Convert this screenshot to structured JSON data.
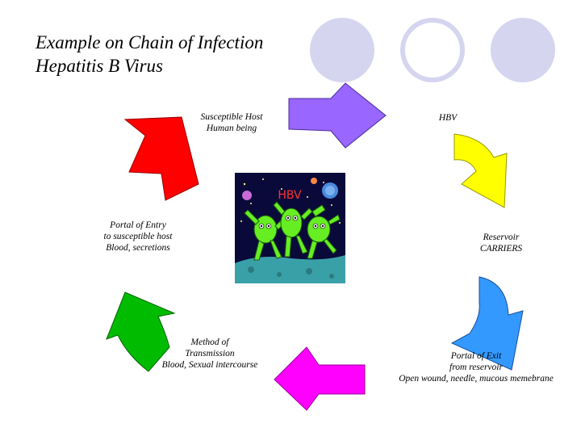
{
  "title": {
    "line1": "Example on Chain of Infection",
    "line2": "Hepatitis B Virus"
  },
  "center": {
    "label": "HBV"
  },
  "nodes": {
    "susceptible_host": {
      "line1": "Susceptible Host",
      "line2": "Human being"
    },
    "agent": {
      "line1": "HBV"
    },
    "reservoir": {
      "line1": "Reservoir",
      "line2": "CARRIERS"
    },
    "portal_of_exit": {
      "line1": "Portal of Exit",
      "line2": "from reservoir",
      "line3": "Open wound, needle, mucous memebrane"
    },
    "transmission": {
      "line1": "Method of",
      "line2": "Transmission",
      "line3": "Blood, Sexual intercourse"
    },
    "portal_of_entry": {
      "line1": "Portal of Entry",
      "line2": "to susceptible host",
      "line3": "Blood, secretions"
    }
  },
  "colors": {
    "arrow_purple": "#9966ff",
    "arrow_yellow": "#ffff00",
    "arrow_blue": "#3399ff",
    "arrow_magenta": "#ff00ff",
    "arrow_green": "#00bb00",
    "arrow_red": "#ff0000",
    "decor_circle": "#d5d5f0",
    "center_bg": "#0a0a3a",
    "center_ground": "#3aa0a8",
    "center_creature": "#66ee22"
  },
  "icons": [
    "purple-arrow-icon",
    "yellow-arrow-icon",
    "blue-arrow-icon",
    "magenta-arrow-icon",
    "green-arrow-icon",
    "red-arrow-icon",
    "alien-creatures-illustration"
  ]
}
